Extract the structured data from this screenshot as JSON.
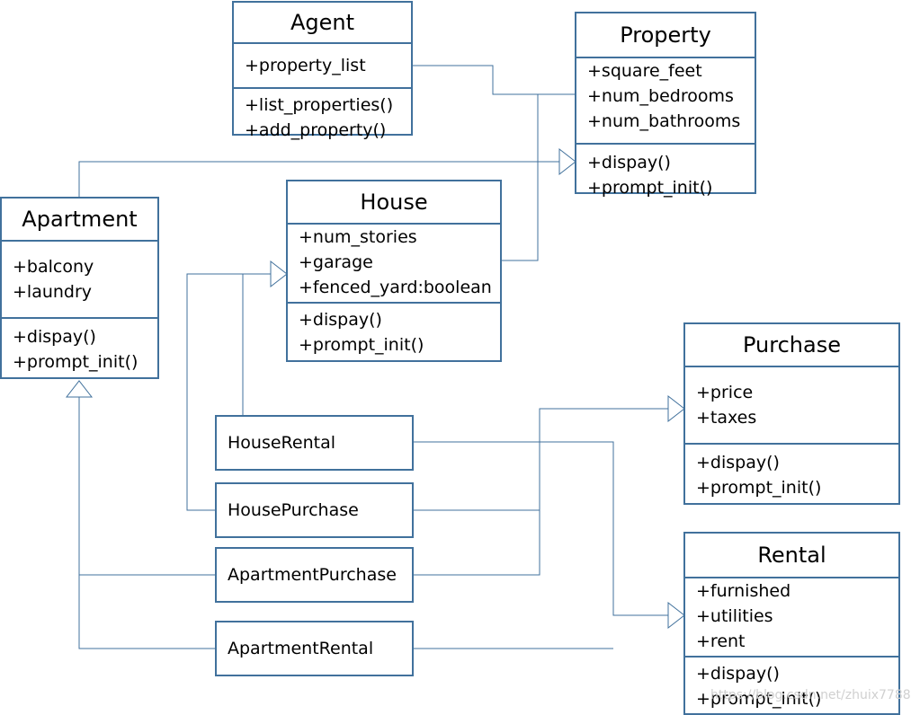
{
  "classes": {
    "agent": {
      "title": "Agent",
      "attrs": [
        "+property_list"
      ],
      "methods": [
        "+list_properties()",
        "+add_property()"
      ]
    },
    "property": {
      "title": "Property",
      "attrs": [
        "+square_feet",
        "+num_bedrooms",
        "+num_bathrooms"
      ],
      "methods": [
        "+dispay()",
        "+prompt_init()"
      ]
    },
    "apartment": {
      "title": "Apartment",
      "attrs": [
        "+balcony",
        "+laundry"
      ],
      "methods": [
        "+dispay()",
        "+prompt_init()"
      ]
    },
    "house": {
      "title": "House",
      "attrs": [
        "+num_stories",
        "+garage",
        "+fenced_yard:boolean"
      ],
      "methods": [
        "+dispay()",
        "+prompt_init()"
      ]
    },
    "purchase": {
      "title": "Purchase",
      "attrs": [
        "+price",
        "+taxes"
      ],
      "methods": [
        "+dispay()",
        "+prompt_init()"
      ]
    },
    "rental": {
      "title": "Rental",
      "attrs": [
        "+furnished",
        "+utilities",
        "+rent"
      ],
      "methods": [
        "+dispay()",
        "+prompt_init()"
      ]
    },
    "house_rental": {
      "title": "HouseRental"
    },
    "house_purchase": {
      "title": "HousePurchase"
    },
    "apartment_purchase": {
      "title": "ApartmentPurchase"
    },
    "apartment_rental": {
      "title": "ApartmentRental"
    }
  },
  "colors": {
    "line": "#41719c",
    "box_border": "#41719c"
  },
  "watermark": "https://blog.csdn.net/zhuix7788"
}
